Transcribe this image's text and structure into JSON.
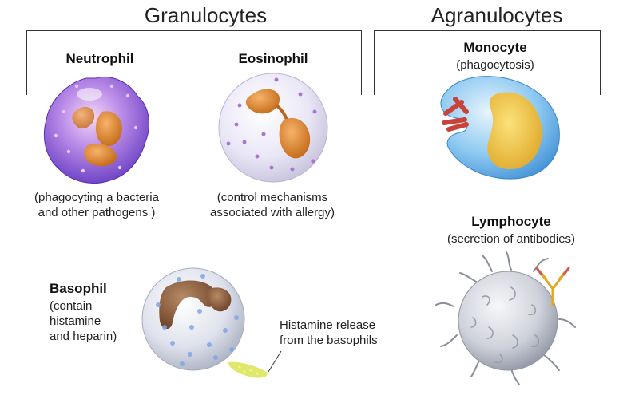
{
  "groups": {
    "granulocytes": "Granulocytes",
    "agranulocytes": "Agranulocytes"
  },
  "cells": {
    "neutrophil": {
      "name": "Neutrophil",
      "desc_lines": [
        "(phagocyting a bacteria",
        "and other pathogens )"
      ]
    },
    "eosinophil": {
      "name": "Eosinophil",
      "desc_lines": [
        "(control mechanisms",
        "associated with allergy)"
      ]
    },
    "basophil": {
      "name": "Basophil",
      "desc_lines": [
        "(contain",
        "histamine",
        "and heparin)"
      ]
    },
    "monocyte": {
      "name": "Monocyte",
      "desc": "(phagocytosis)"
    },
    "lymphocyte": {
      "name": "Lymphocyte",
      "desc": "(secretion of antibodies)"
    }
  },
  "annotations": {
    "histamine_lines": [
      "Histamine release",
      "from the basophils"
    ]
  },
  "colors": {
    "neutrophil": "#8a5cd6",
    "eosinophil": "#e9e6f5",
    "basophil": "#d4d8e4",
    "monocyte": "#6fb4ea",
    "lymphocyte": "#cfd1d8",
    "nucleus_orange": "#e08a2c",
    "nucleus_yellow": "#f2c543",
    "bacteria": "#d9534f",
    "histamine": "#d6e44a"
  }
}
